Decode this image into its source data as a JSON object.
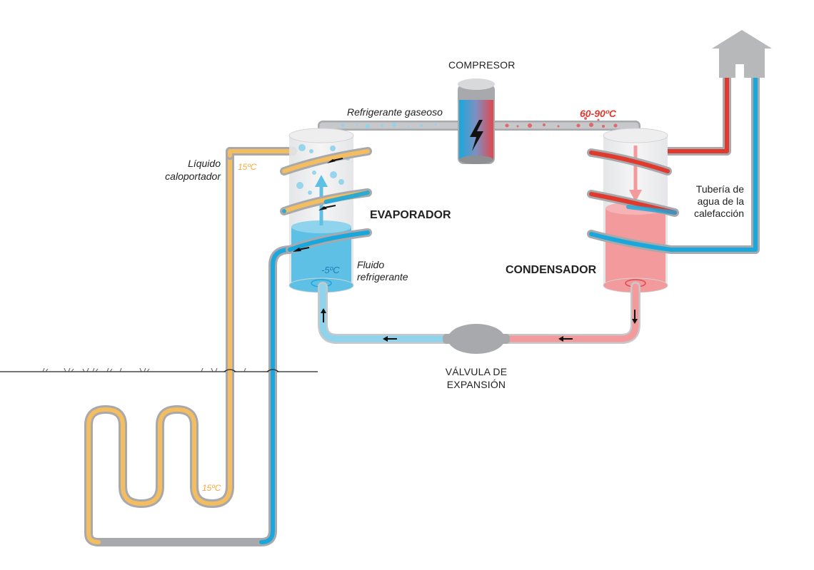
{
  "labels": {
    "compresor": "COMPRESOR",
    "refrigerante_gaseoso": "Refrigerante gaseoso",
    "temp_hot": "60-90ºC",
    "liquido": "Líquido",
    "caloportador": "caloportador",
    "temp_15_top": "15ºC",
    "temp_15_bottom": "15ºC",
    "evaporador": "EVAPORADOR",
    "fluido": "Fluido",
    "refrigerante": "refrigerante",
    "temp_cold": "-5ºC",
    "condensador": "CONDENSADOR",
    "tuberia_1": "Tubería de",
    "tuberia_2": "agua de la",
    "tuberia_3": "calefacción",
    "valvula_1": "VÁLVULA DE",
    "valvula_2": "EXPANSIÓN"
  },
  "colors": {
    "orange": "#f4bd5f",
    "blue": "#1aa7dc",
    "light_blue": "#8fd3ec",
    "red": "#e03a2f",
    "pink": "#f29a9c",
    "grey": "#c7c8ca",
    "dark_grey": "#a7a9ac",
    "house": "#b7b8ba"
  },
  "icons": {
    "house": "house-icon",
    "lightning": "lightning-icon",
    "arrows": "flow-arrow-icon"
  }
}
